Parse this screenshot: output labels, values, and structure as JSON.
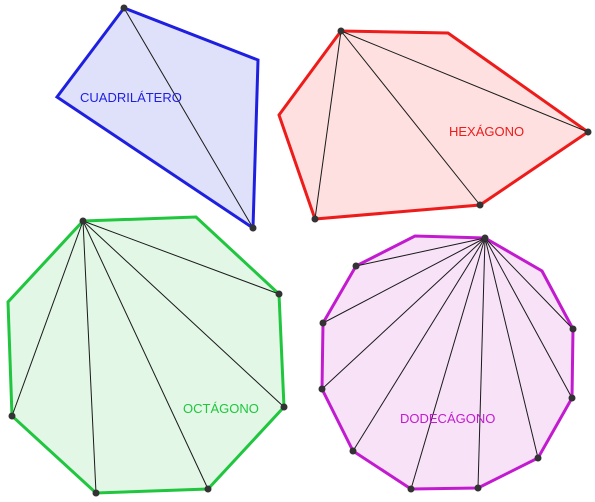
{
  "polygons": {
    "cuadrilatero": {
      "label": "CUADRILÁTERO",
      "color": "#1f1fe0",
      "fill": "#dfe1fb",
      "diagonals": 1
    },
    "hexagono": {
      "label": "HEXÁGONO",
      "color": "#ee1b1b",
      "fill": "#fde0df",
      "diagonals": 3
    },
    "octagono": {
      "label": "OCTÁGONO",
      "color": "#1fc63e",
      "fill": "#e2f7e6",
      "diagonals": 5
    },
    "dodecagono": {
      "label": "DODECÁGONO",
      "color": "#c21bcf",
      "fill": "#f8e2f8",
      "diagonals": 9
    }
  },
  "colors": {
    "vertex": "#333333",
    "diagonal": "#1a1a1a"
  }
}
